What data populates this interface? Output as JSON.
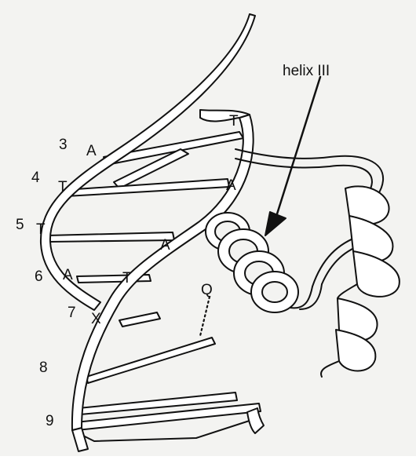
{
  "annotation": {
    "label": "helix III"
  },
  "strand_positions": [
    "3",
    "4",
    "5",
    "6",
    "7",
    "8",
    "9"
  ],
  "bases": {
    "left_strand": [
      "A",
      "T",
      "T",
      "A",
      "X"
    ],
    "right_strand": [
      "T",
      "A",
      "A",
      "T"
    ],
    "protein_residue": "Q"
  },
  "colors": {
    "ink": "#111111",
    "background": "#f3f3f1",
    "ribbon_fill": "#ffffff"
  }
}
